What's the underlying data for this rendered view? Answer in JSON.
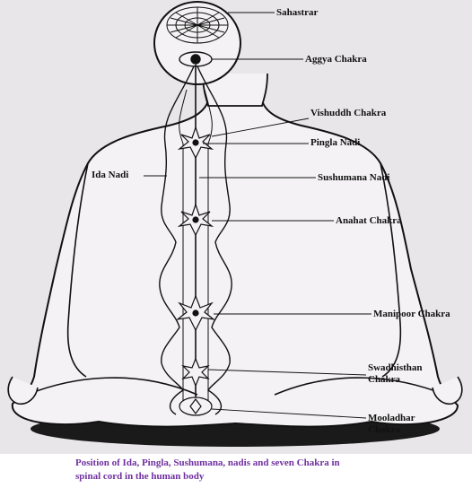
{
  "labels": {
    "sahastrar": "Sahastrar",
    "aggya": "Aggya Chakra",
    "vishuddh": "Vishuddh Chakra",
    "pingla": "Pingla  Nadi",
    "ida": "Ida Nadi",
    "sushumana": "Sushumana  Nadi",
    "anahat": "Anahat Chakra",
    "manipoor": "Manipoor Chakra",
    "swadhisthan": "Swadhisthan Chakra",
    "mooladhar": "Mooladhar Chakra"
  },
  "caption": "Position of Ida, Pingla, Sushumana, nadis and seven Chakra in spinal cord in the human body",
  "colors": {
    "background": "#e9e6e9",
    "caption_background": "#ffffff",
    "caption_text": "#7030a0",
    "ink": "#111111",
    "shadow": "#1a1a1a"
  }
}
